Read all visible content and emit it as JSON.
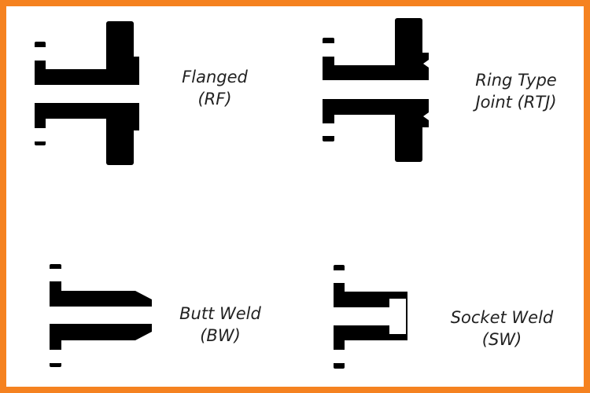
{
  "colors": {
    "border": "#f58220",
    "shape": "#000000"
  },
  "items": [
    {
      "line1": "Flanged",
      "line2": "(RF)"
    },
    {
      "line1": "Ring Type",
      "line2": "Joint (RTJ)"
    },
    {
      "line1": "Butt Weld",
      "line2": "(BW)"
    },
    {
      "line1": "Socket Weld",
      "line2": "(SW)"
    }
  ]
}
